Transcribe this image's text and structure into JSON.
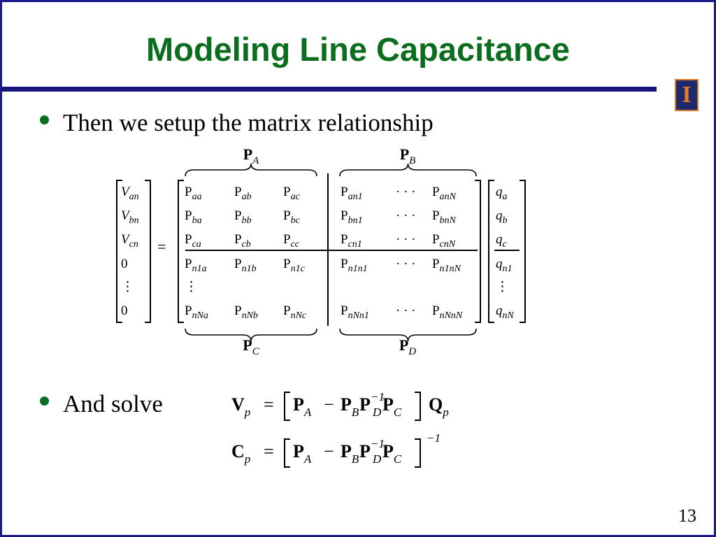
{
  "slide": {
    "title": "Modeling Line Capacitance",
    "logo_letter": "I",
    "bullets": [
      "Then we setup the matrix relationship",
      "And solve"
    ],
    "page_number": "13"
  },
  "matrix": {
    "block_labels": {
      "a": "A",
      "b": "B",
      "c": "C",
      "d": "D"
    },
    "bold_letter": "P",
    "left_vector": [
      {
        "base": "V",
        "sub": "an"
      },
      {
        "base": "V",
        "sub": "bn"
      },
      {
        "base": "V",
        "sub": "cn"
      },
      {
        "base": "0",
        "sub": ""
      },
      {
        "base": "⋮",
        "sub": ""
      },
      {
        "base": "0",
        "sub": ""
      }
    ],
    "equals": "=",
    "rows": [
      {
        "left": [
          {
            "base": "P",
            "sub": "aa"
          },
          {
            "base": "P",
            "sub": "ab"
          },
          {
            "base": "P",
            "sub": "ac"
          }
        ],
        "right": [
          {
            "base": "P",
            "sub": "an1"
          },
          {
            "base": "· · ·",
            "sub": ""
          },
          {
            "base": "P",
            "sub": "anN"
          }
        ]
      },
      {
        "left": [
          {
            "base": "P",
            "sub": "ba"
          },
          {
            "base": "P",
            "sub": "bb"
          },
          {
            "base": "P",
            "sub": "bc"
          }
        ],
        "right": [
          {
            "base": "P",
            "sub": "bn1"
          },
          {
            "base": "· · ·",
            "sub": ""
          },
          {
            "base": "P",
            "sub": "bnN"
          }
        ]
      },
      {
        "left": [
          {
            "base": "P",
            "sub": "ca"
          },
          {
            "base": "P",
            "sub": "cb"
          },
          {
            "base": "P",
            "sub": "cc"
          }
        ],
        "right": [
          {
            "base": "P",
            "sub": "cn1"
          },
          {
            "base": "· · ·",
            "sub": ""
          },
          {
            "base": "P",
            "sub": "cnN"
          }
        ]
      },
      {
        "left": [
          {
            "base": "P",
            "sub": "n1a"
          },
          {
            "base": "P",
            "sub": "n1b"
          },
          {
            "base": "P",
            "sub": "n1c"
          }
        ],
        "right": [
          {
            "base": "P",
            "sub": "n1n1"
          },
          {
            "base": "· · ·",
            "sub": ""
          },
          {
            "base": "P",
            "sub": "n1nN"
          }
        ]
      },
      {
        "left": [
          {
            "base": "⋮",
            "sub": ""
          },
          {
            "base": "",
            "sub": ""
          },
          {
            "base": "",
            "sub": ""
          }
        ],
        "right": [
          {
            "base": "",
            "sub": ""
          },
          {
            "base": "",
            "sub": ""
          },
          {
            "base": "",
            "sub": ""
          }
        ]
      },
      {
        "left": [
          {
            "base": "P",
            "sub": "nNa"
          },
          {
            "base": "P",
            "sub": "nNb"
          },
          {
            "base": "P",
            "sub": "nNc"
          }
        ],
        "right": [
          {
            "base": "P",
            "sub": "nNn1"
          },
          {
            "base": "· · ·",
            "sub": ""
          },
          {
            "base": "P",
            "sub": "nNnN"
          }
        ]
      }
    ],
    "right_vector": [
      {
        "base": "q",
        "sub": "a"
      },
      {
        "base": "q",
        "sub": "b"
      },
      {
        "base": "q",
        "sub": "c"
      },
      {
        "base": "q",
        "sub": "n1"
      },
      {
        "base": "⋮",
        "sub": ""
      },
      {
        "base": "q",
        "sub": "nN"
      }
    ]
  },
  "equations": [
    {
      "lhs": "V",
      "lhs_sub": "p",
      "eq": "=",
      "pa": "P",
      "pa_sub": "A",
      "minus": "−",
      "pb": "P",
      "pb_sub": "B",
      "pd": "P",
      "pd_sub": "D",
      "pd_sup": "−1",
      "pc": "P",
      "pc_sub": "C",
      "tail": "Q",
      "tail_sub": "p",
      "tail_sup": ""
    },
    {
      "lhs": "C",
      "lhs_sub": "p",
      "eq": "=",
      "pa": "P",
      "pa_sub": "A",
      "minus": "−",
      "pb": "P",
      "pb_sub": "B",
      "pd": "P",
      "pd_sub": "D",
      "pd_sup": "−1",
      "pc": "P",
      "pc_sub": "C",
      "tail": "",
      "tail_sub": "",
      "tail_sup": "−1"
    }
  ]
}
